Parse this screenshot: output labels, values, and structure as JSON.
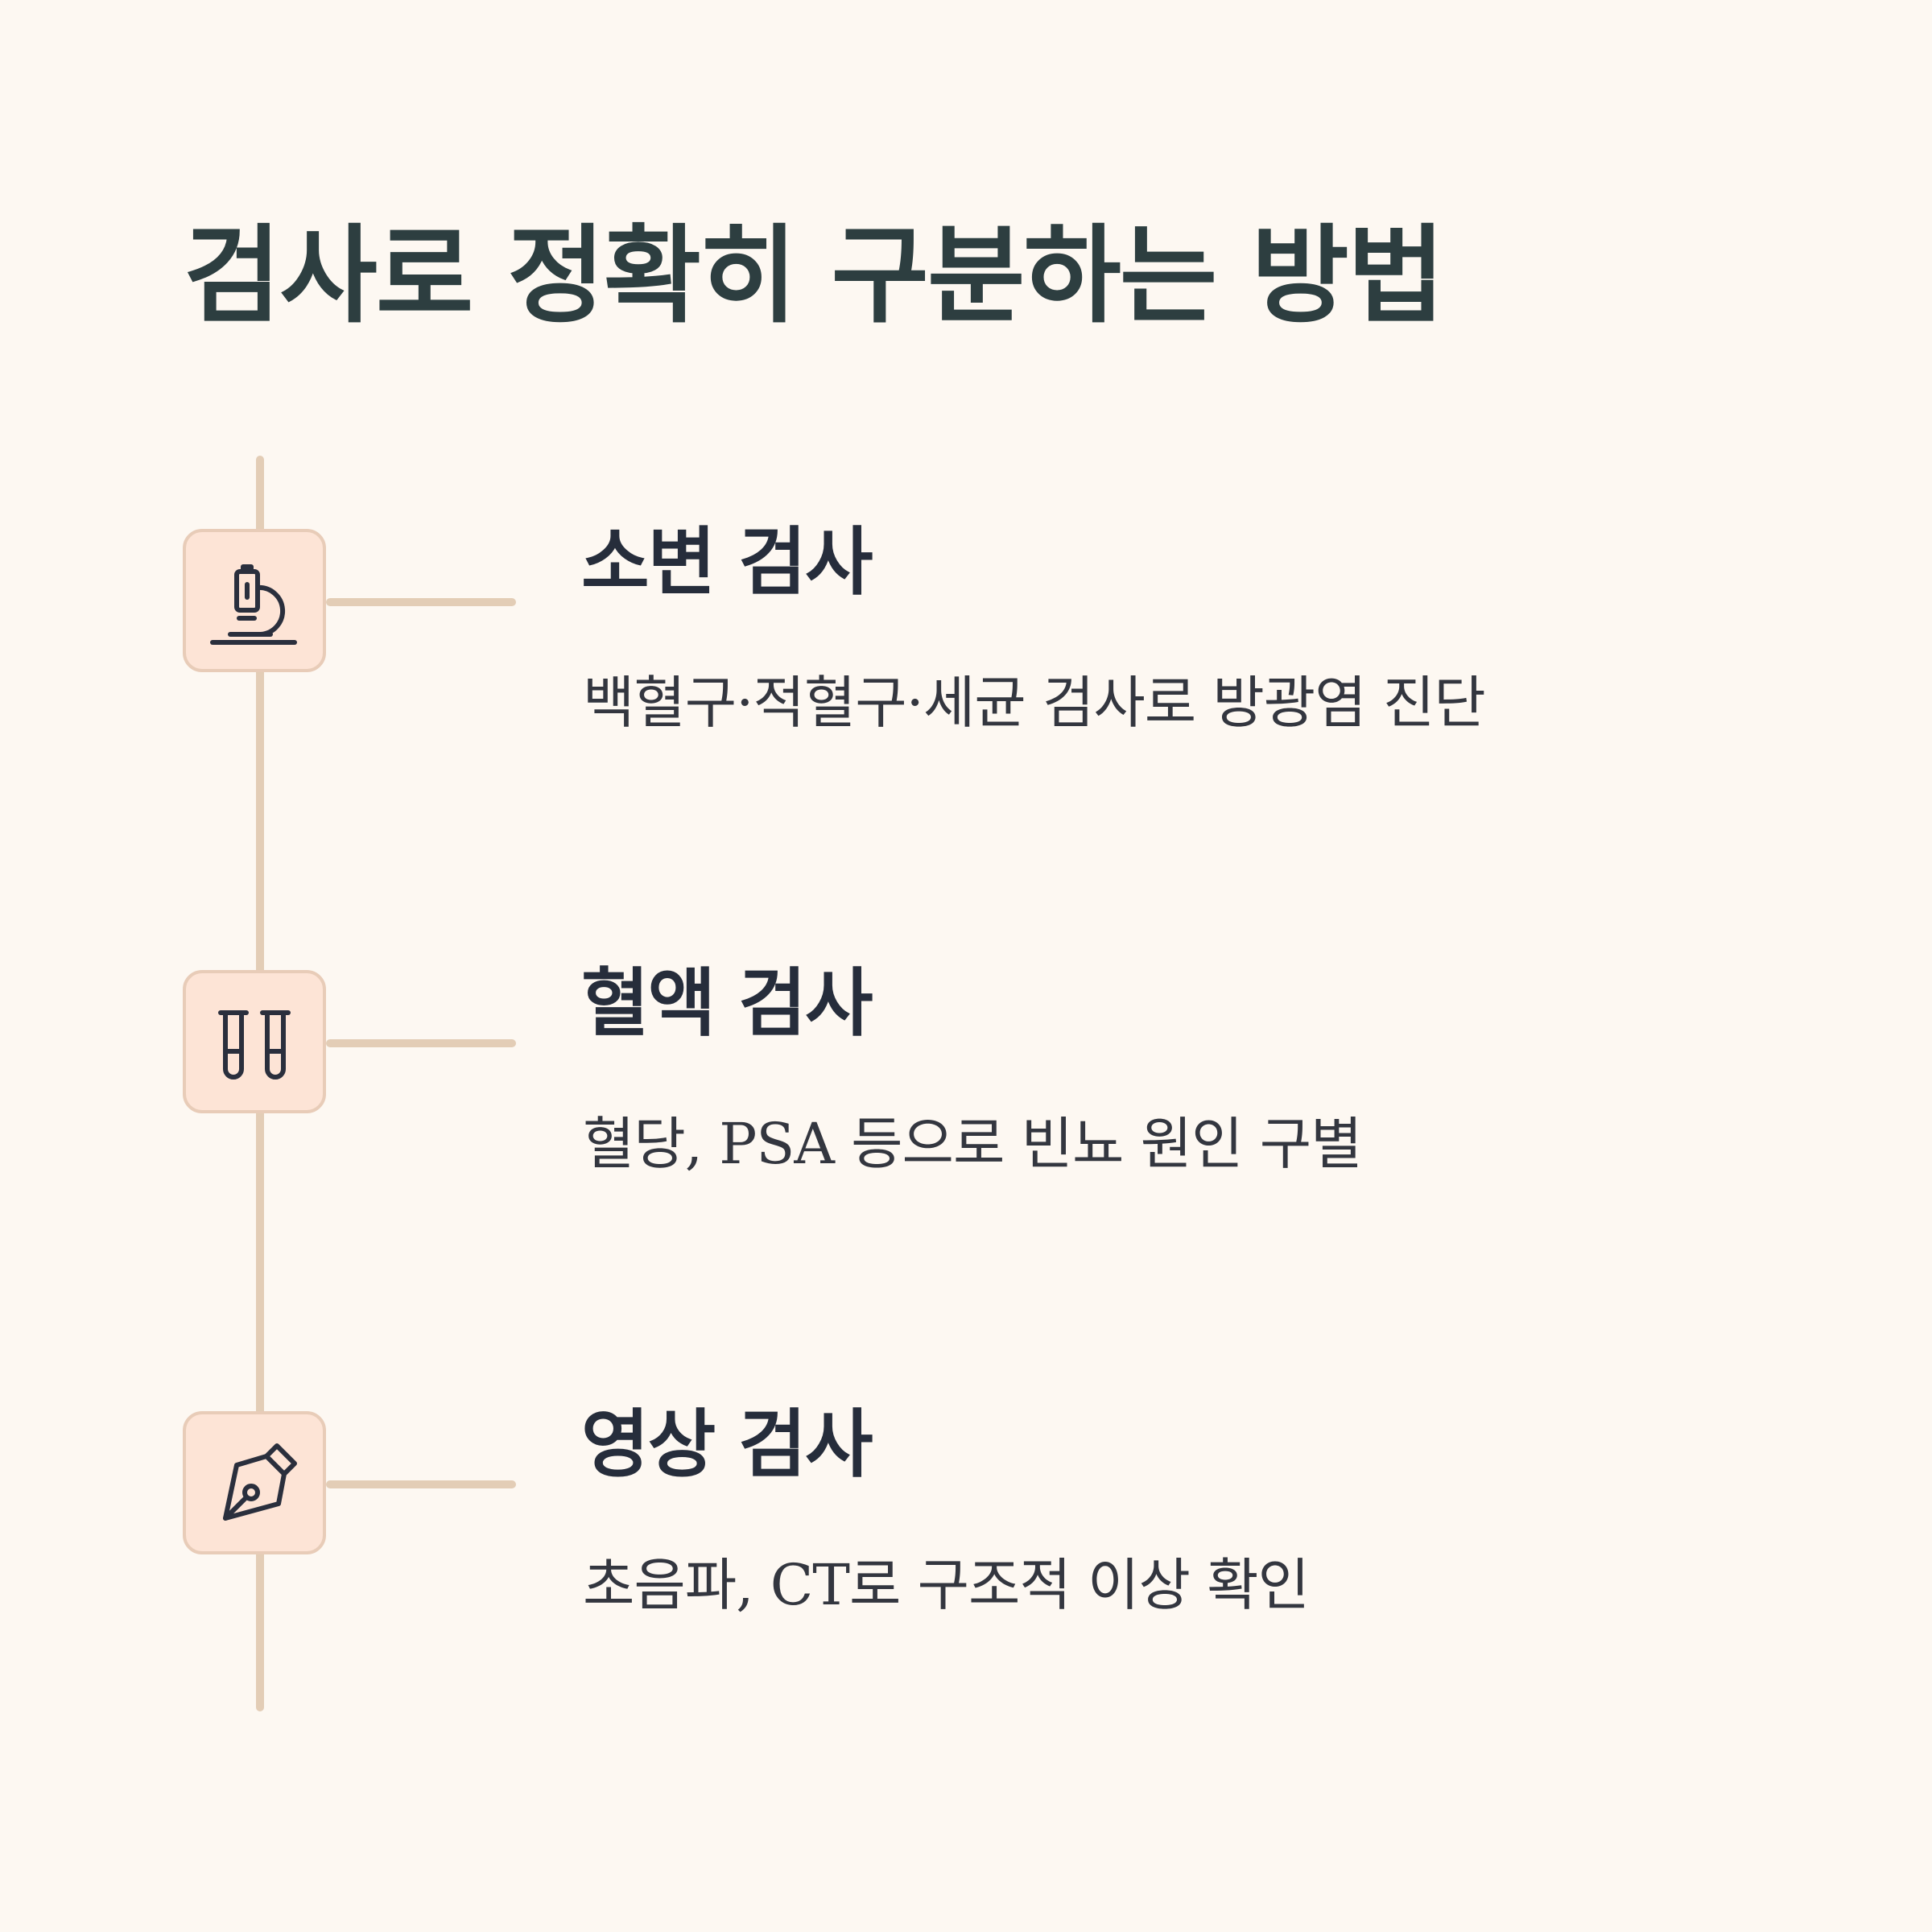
{
  "title": "검사로 정확히 구분하는 방법",
  "steps": [
    {
      "icon": "microscope-icon",
      "title": "소변 검사",
      "description": "백혈구·적혈구·세균 검사로 방광염 진단"
    },
    {
      "icon": "test-tubes-icon",
      "title": "혈액 검사",
      "description": "혈당, PSA 등으로 빈뇨 원인 구별"
    },
    {
      "icon": "pen-nib-icon",
      "title": "영상 검사",
      "description": "초음파, CT로 구조적 이상 확인"
    }
  ],
  "colors": {
    "background": "#fdf8f2",
    "title": "#2d3e40",
    "timeline": "#e3cdb6",
    "icon_box": "#fde4d6",
    "icon_stroke": "#2a2f3d"
  }
}
